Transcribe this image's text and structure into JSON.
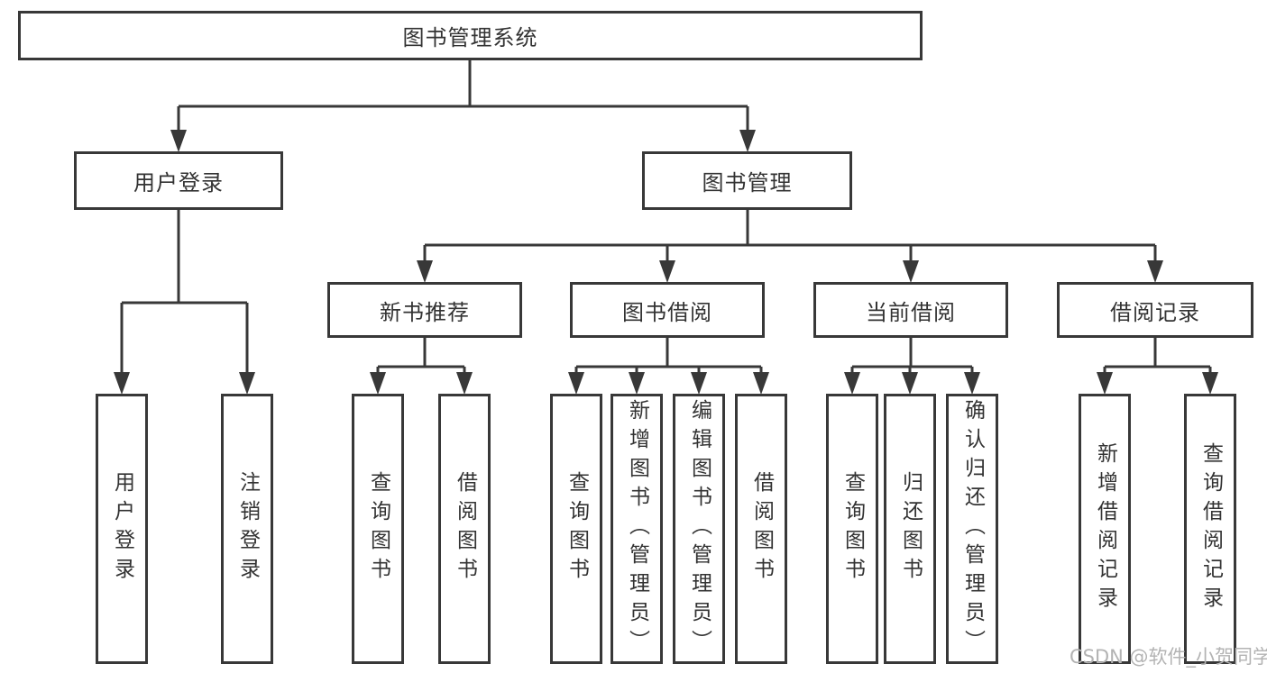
{
  "nodes": {
    "root": {
      "label": "图书管理系统"
    },
    "user_login": {
      "label": "用户登录",
      "children": [
        {
          "label": "用户登录"
        },
        {
          "label": "注销登录"
        }
      ]
    },
    "book_mgmt": {
      "label": "图书管理",
      "sections": [
        {
          "label": "新书推荐",
          "children": [
            {
              "label": "查询图书"
            },
            {
              "label": "借阅图书"
            }
          ]
        },
        {
          "label": "图书借阅",
          "children": [
            {
              "label": "查询图书"
            },
            {
              "label": "新增图书（管理员）"
            },
            {
              "label": "编辑图书（管理员）"
            },
            {
              "label": "借阅图书"
            }
          ]
        },
        {
          "label": "当前借阅",
          "children": [
            {
              "label": "查询图书"
            },
            {
              "label": "归还图书"
            },
            {
              "label": "确认归还（管理员）"
            }
          ]
        },
        {
          "label": "借阅记录",
          "children": [
            {
              "label": "新增借阅记录"
            },
            {
              "label": "查询借阅记录"
            }
          ]
        }
      ]
    }
  },
  "watermark": {
    "text": "CSDN @软件_小贺同学"
  },
  "colors": {
    "line": "#383838",
    "box_border": "#383838",
    "text": "#333333",
    "watermark": "#b3b3b3",
    "background": "#ffffff"
  }
}
